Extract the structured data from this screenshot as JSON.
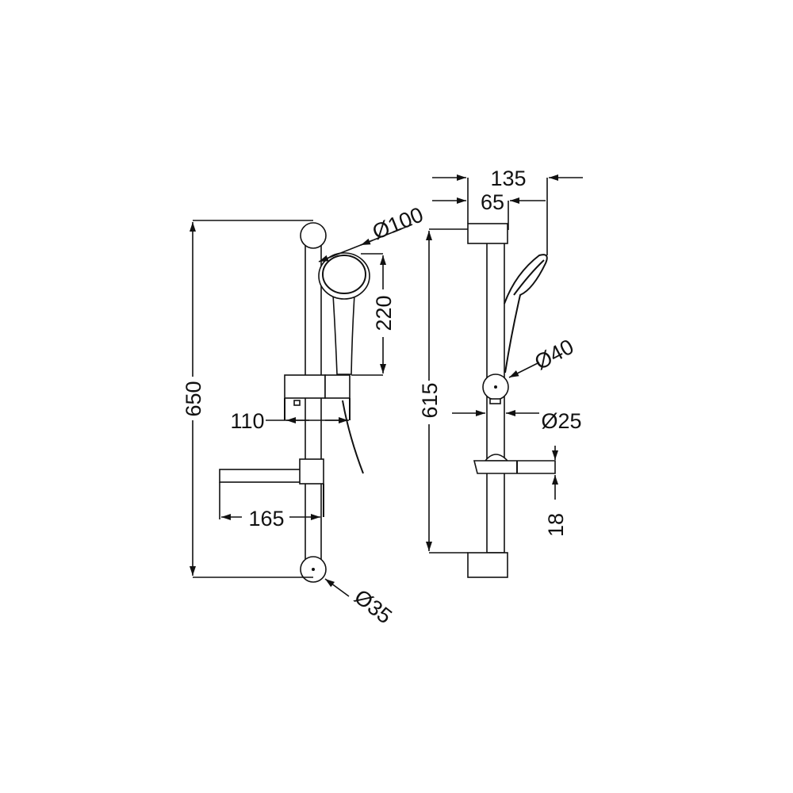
{
  "drawing": {
    "left_view": {
      "overall_height": "650",
      "head_diameter": "Ø100",
      "handset_length": "220",
      "holder_width": "110",
      "soap_dish_depth": "165",
      "end_bracket_diameter": "Ø35"
    },
    "right_view": {
      "total_projection": "135",
      "bracket_projection": "65",
      "rail_height": "615",
      "holder_diameter": "Ø40",
      "rail_diameter": "Ø25",
      "soap_dish_height": "18"
    },
    "line_color": "#111111"
  }
}
